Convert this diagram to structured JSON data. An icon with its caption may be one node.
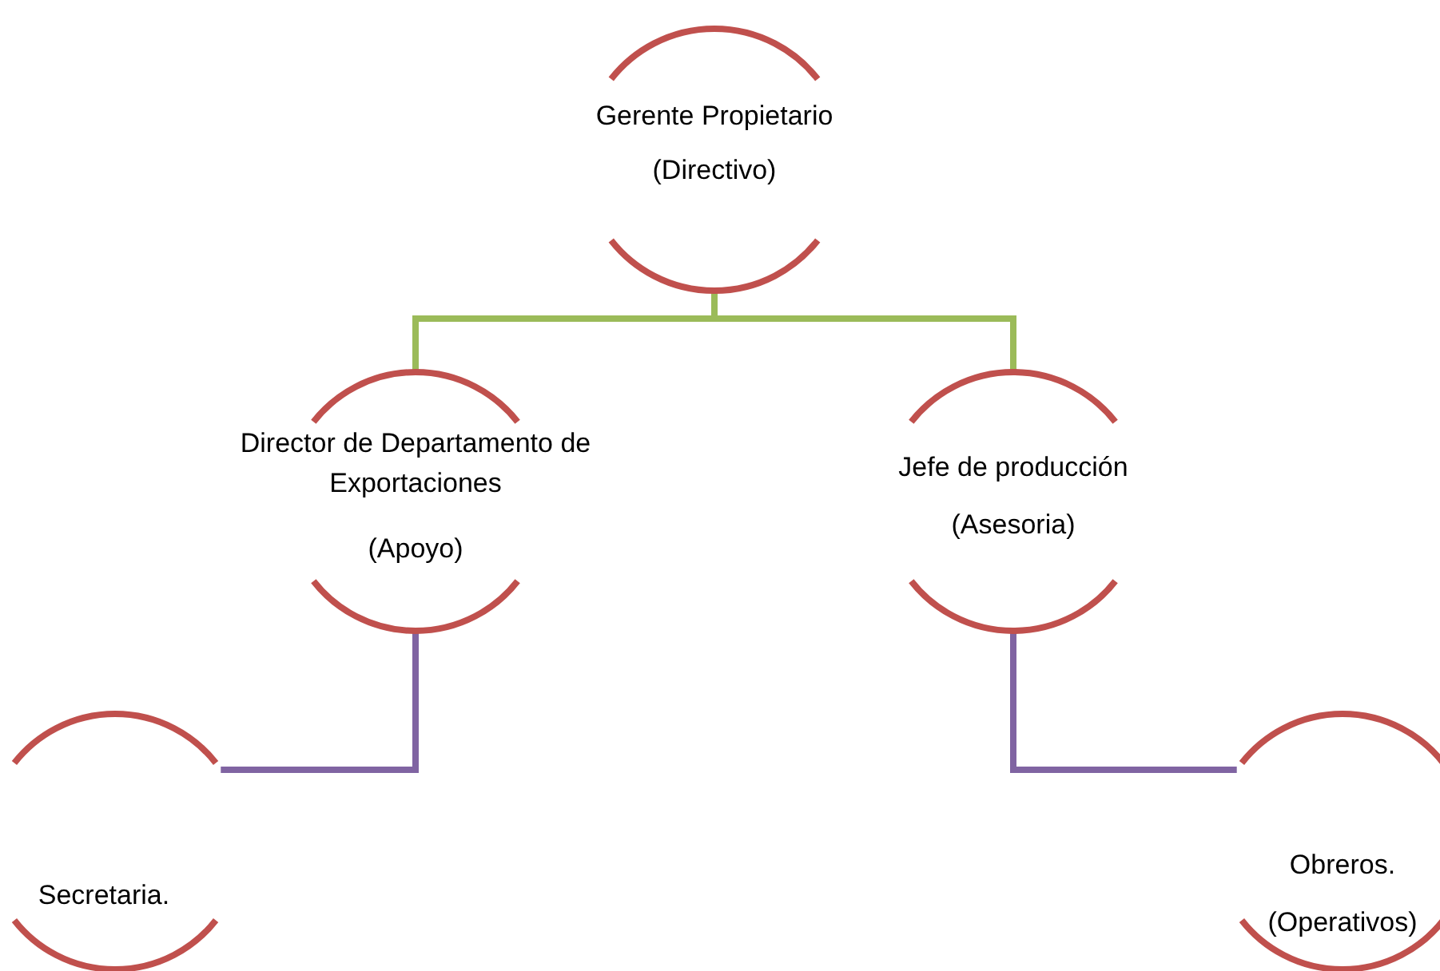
{
  "diagram": {
    "nodes": [
      {
        "text": [
          "Gerente Propietario",
          "(Directivo)"
        ]
      },
      {
        "text": [
          "Director de Departamento de Exportaciones",
          "(Apoyo)"
        ]
      },
      {
        "text": [
          "Jefe de producción",
          "(Asesoria)"
        ]
      },
      {
        "text": [
          "Secretaria."
        ]
      },
      {
        "text": [
          "Obreros.",
          "(Operativos)"
        ]
      }
    ],
    "edges": [
      {
        "from": 0,
        "to": 1,
        "arrow": "none",
        "color": "#9bbb59"
      },
      {
        "from": 0,
        "to": 2,
        "arrow": "none",
        "color": "#9bbb59"
      },
      {
        "from": 1,
        "to": 3,
        "arrow": "none",
        "color": "#8064a2"
      },
      {
        "from": 2,
        "to": 4,
        "arrow": "none",
        "color": "#8064a2"
      }
    ]
  }
}
